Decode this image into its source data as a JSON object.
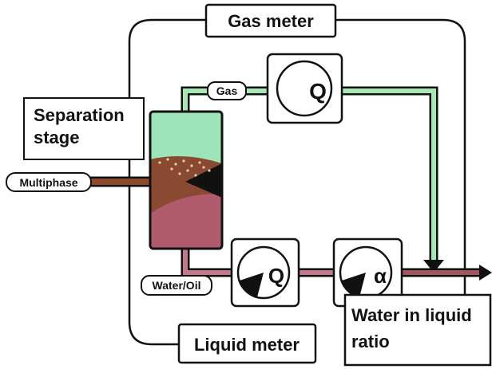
{
  "labels": {
    "gas_meter": "Gas meter",
    "separation_stage_line1": "Separation",
    "separation_stage_line2": "stage",
    "multiphase": "Multiphase",
    "gas": "Gas",
    "water_oil": "Water/Oil",
    "liquid_meter": "Liquid meter",
    "water_ratio_line1": "Water in liquid",
    "water_ratio_line2": "ratio",
    "flow_symbol": "Q",
    "ratio_symbol": "α"
  },
  "colors": {
    "gas_pipe": "#a8e6b4",
    "gas_phase": "#9fe3b8",
    "oil_phase": "#8a4a32",
    "water_phase": "#b05a6e",
    "multiphase_pipe": "#8b4a2e",
    "liquid_pipe": "#c07a8a",
    "outline": "#111111"
  }
}
